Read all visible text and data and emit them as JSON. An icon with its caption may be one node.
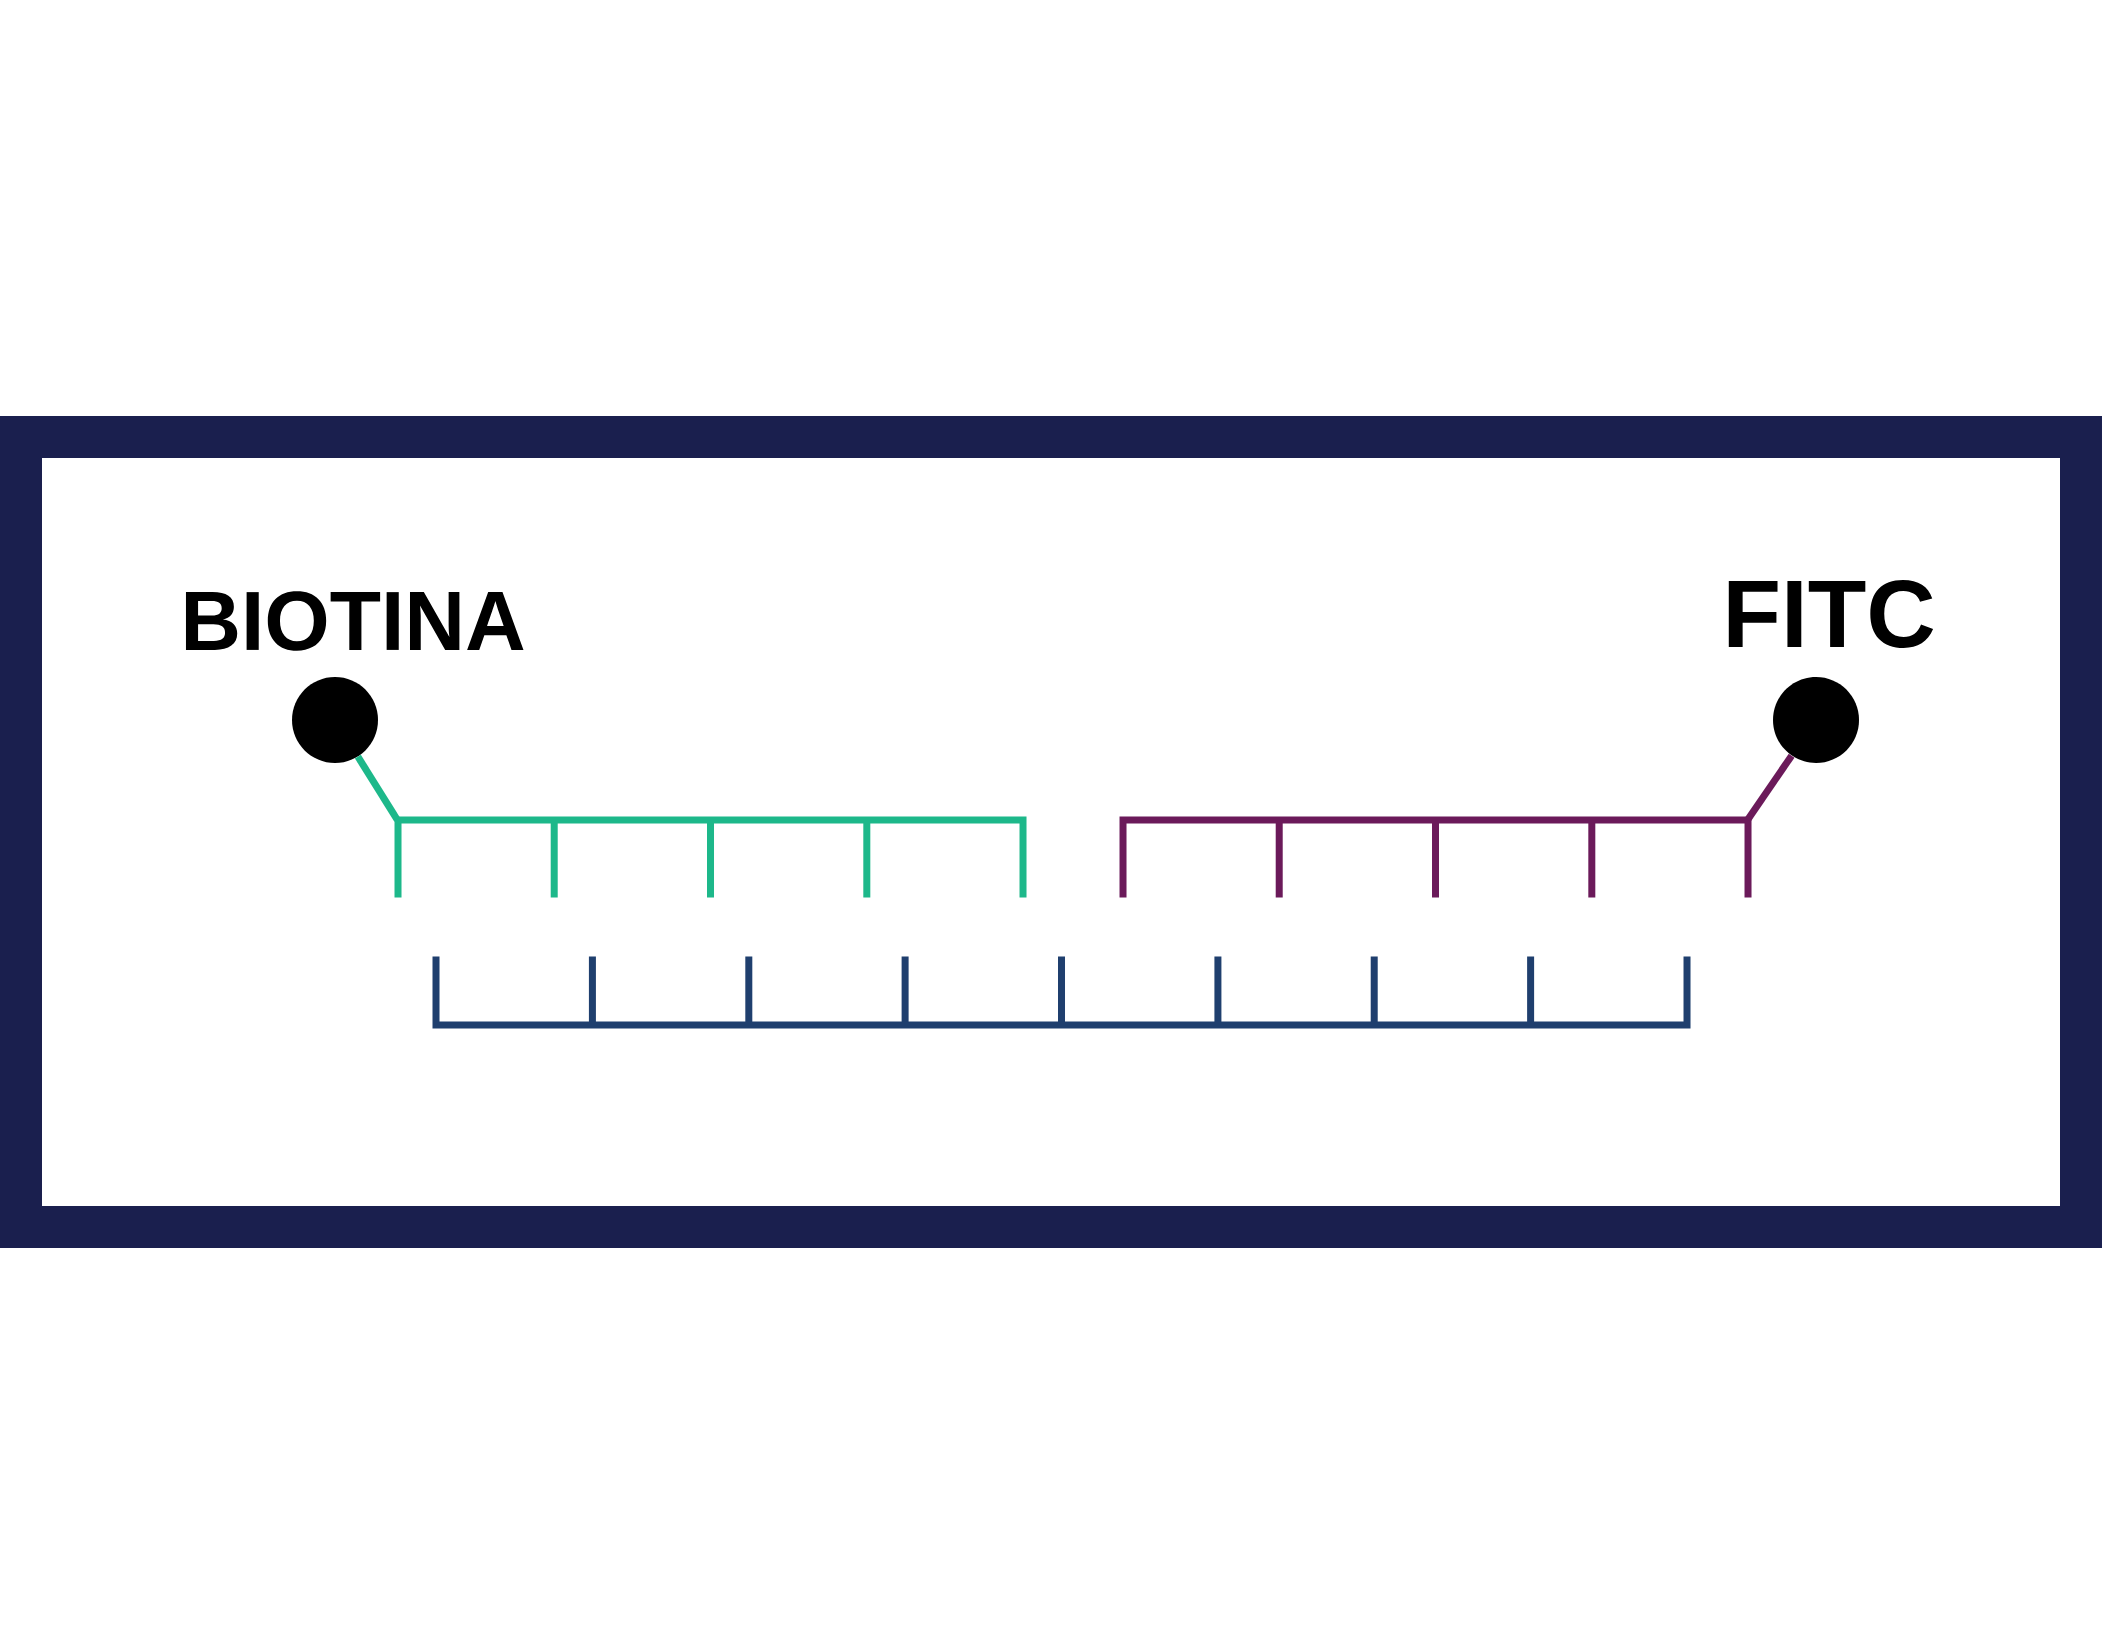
{
  "diagram": {
    "nodes": [
      {
        "text": [
          "BIOTINA"
        ]
      },
      {
        "text": [],
        "shape": "comb"
      },
      {
        "text": [
          "FITC"
        ]
      },
      {
        "text": [],
        "shape": "comb"
      },
      {
        "text": [],
        "shape": "comb"
      }
    ],
    "edges": [
      {
        "from": 0,
        "to": 1,
        "arrow": "none",
        "color": "#1db88a"
      },
      {
        "from": 2,
        "to": 3,
        "arrow": "none",
        "color": "#6b1a5a"
      }
    ]
  }
}
